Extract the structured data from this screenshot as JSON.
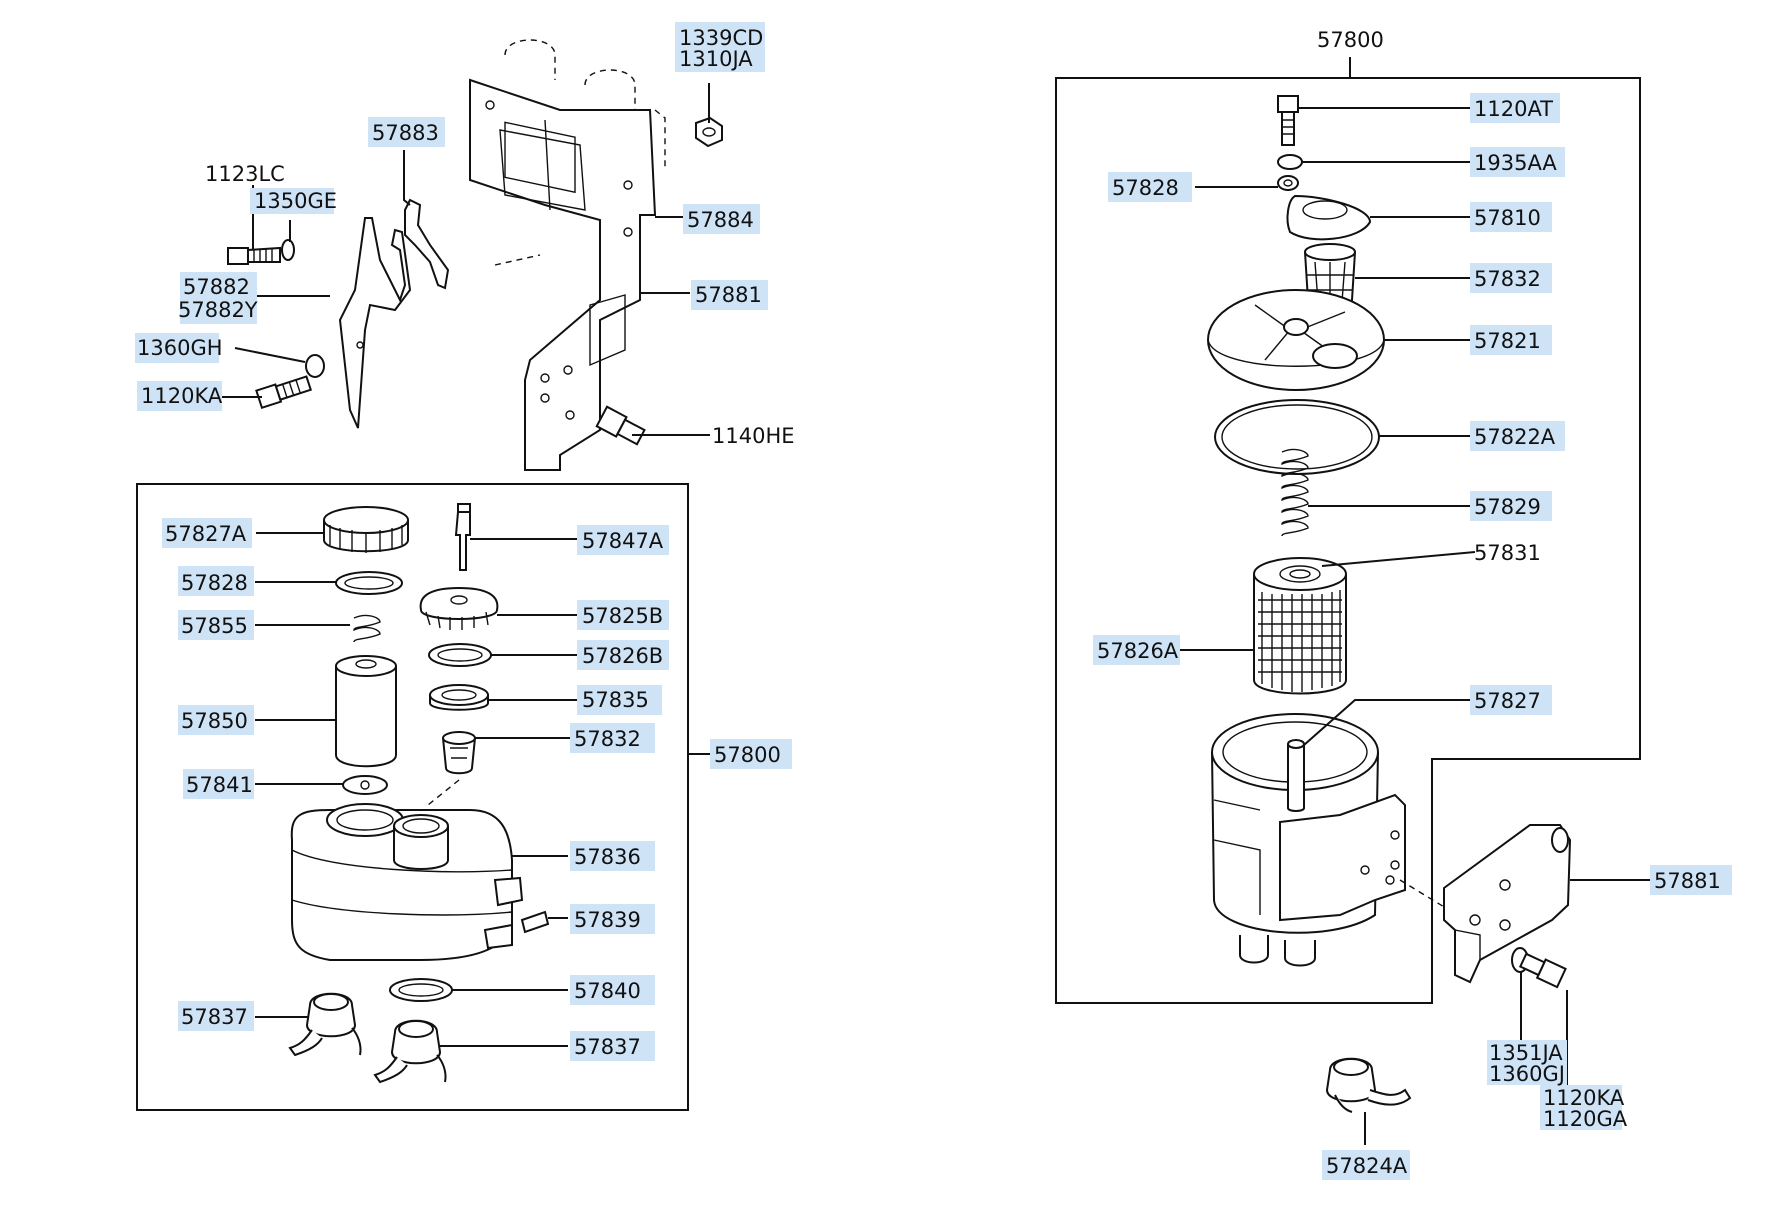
{
  "labels": {
    "l_1339CD": "1339CD",
    "l_1310JA": "1310JA",
    "l_57883": "57883",
    "l_1123LC": "1123LC",
    "l_1350GE": "1350GE",
    "l_57884": "57884",
    "l_57882": "57882",
    "l_57882Y": "57882Y",
    "l_57881_top": "57881",
    "l_1360GH": "1360GH",
    "l_1120KA_top": "1120KA",
    "l_1140HE": "1140HE",
    "l_57827A": "57827A",
    "l_57847A": "57847A",
    "l_57828_left": "57828",
    "l_57825B": "57825B",
    "l_57855": "57855",
    "l_57826B": "57826B",
    "l_57835": "57835",
    "l_57850": "57850",
    "l_57832_left": "57832",
    "l_57800_left": "57800",
    "l_57841": "57841",
    "l_57836": "57836",
    "l_57839": "57839",
    "l_57840": "57840",
    "l_57837_a": "57837",
    "l_57837_b": "57837",
    "l_57800_right": "57800",
    "l_1120AT": "1120AT",
    "l_1935AA": "1935AA",
    "l_57828_right": "57828",
    "l_57810": "57810",
    "l_57832_right": "57832",
    "l_57821": "57821",
    "l_57822A": "57822A",
    "l_57829": "57829",
    "l_57831": "57831",
    "l_57826A": "57826A",
    "l_57827": "57827",
    "l_57881_right": "57881",
    "l_1351JA": "1351JA",
    "l_1360GJ": "1360GJ",
    "l_1120KA_right": "1120KA",
    "l_1120GA": "1120GA",
    "l_57824A": "57824A"
  }
}
